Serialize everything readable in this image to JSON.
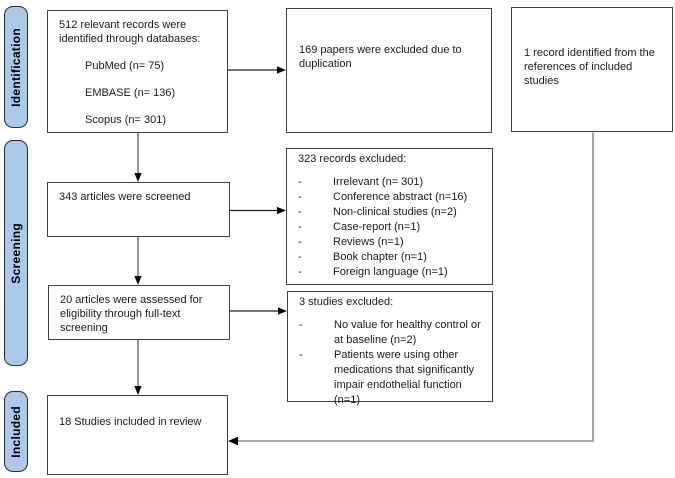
{
  "diagram": {
    "kind": "prisma-flow-diagram",
    "bullet": "-",
    "stages": [
      {
        "label": "Identification"
      },
      {
        "label": "Screening"
      },
      {
        "label": "Included"
      }
    ],
    "boxes": {
      "identified": {
        "intro": "512 relevant records were identified through databases:",
        "sources": [
          "PubMed (n= 75)",
          "EMBASE (n= 136)",
          "Scopus (n= 301)"
        ]
      },
      "duplicates": {
        "text": "169 papers were excluded due to duplication"
      },
      "references": {
        "text": "1 record identified from the references of included studies"
      },
      "screened": {
        "text": "343 articles were screened"
      },
      "records_excluded": {
        "title": "323 records excluded:",
        "items": [
          "Irrelevant (n= 301)",
          "Conference abstract (n=16)",
          "Non-clinical studies (n=2)",
          "Case-report (n=1)",
          "Reviews (n=1)",
          "Book chapter (n=1)",
          "Foreign language (n=1)"
        ]
      },
      "fulltext": {
        "text": "20 articles were assessed for eligibility through full-text screening"
      },
      "studies_excluded": {
        "title": "3 studies excluded:",
        "items": [
          "No value for healthy control or at baseline (n=2)",
          "Patients were using other medications that significantly impair endothelial function (n=1)"
        ]
      },
      "included": {
        "text": "18 Studies included in review"
      }
    },
    "colors": {
      "stage_fill": "#A9CBE9",
      "box_border": "#424242",
      "arrow_dark": "#1f1f1f",
      "arrow_mid": "#5a5a5a",
      "arrow_light": "#9c9c9c"
    }
  }
}
